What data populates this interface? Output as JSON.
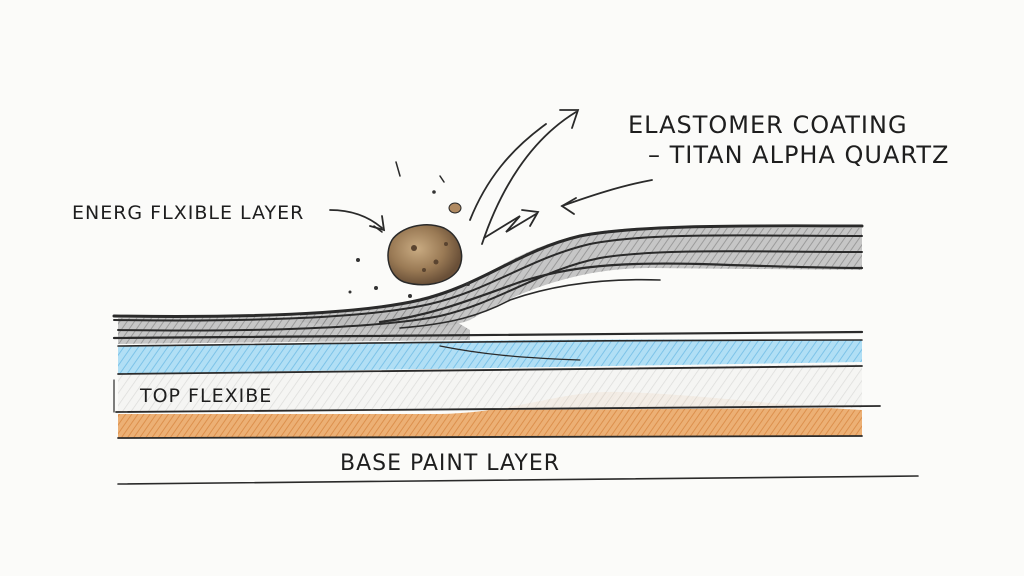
{
  "labels": {
    "elastomer_coating": "ELASTOMER COATING",
    "titan_alpha_quartz": "– TITAN ALPHA QUARTZ",
    "energ_flexible_layer": "ENERG FLXIBLE LAYER",
    "top_flexible": "TOP  FLEXIBE",
    "base_paint_layer": "BASE PAINT  LAYER"
  },
  "colors": {
    "background": "#fbfbf9",
    "ink": "#1e1e1e",
    "coating_gray": "#a9a9a9",
    "blue_layer": "#8ccdf0",
    "orange_layer": "#e39a4e",
    "rock": "#9a7a55"
  }
}
